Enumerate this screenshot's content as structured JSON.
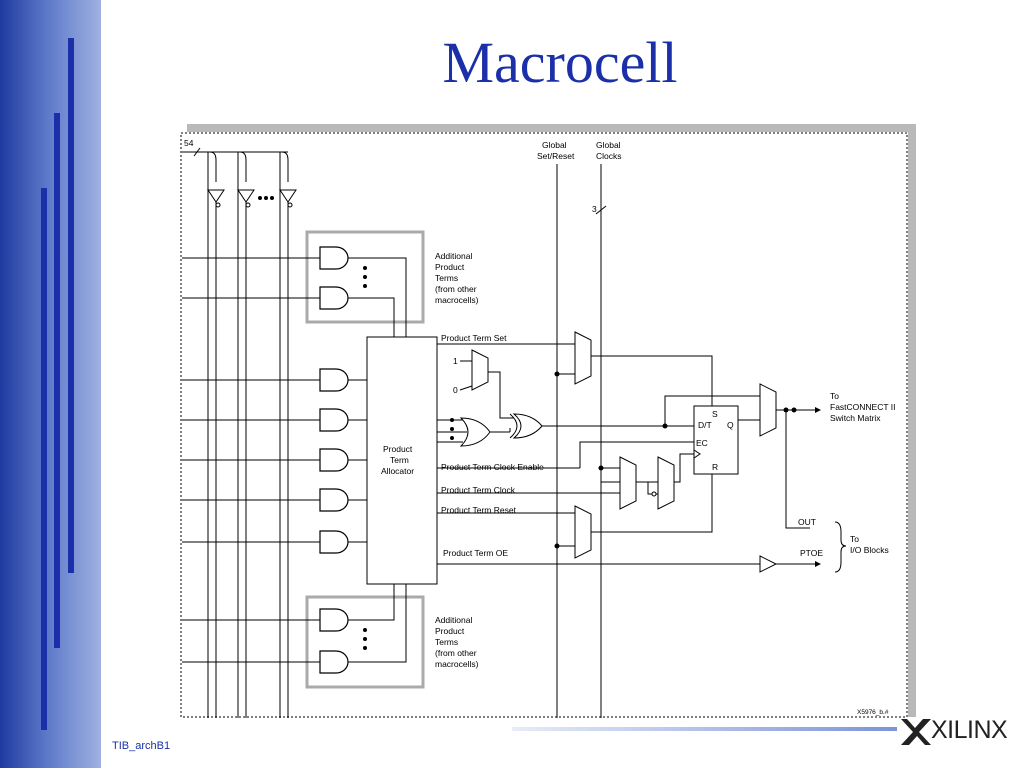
{
  "slide": {
    "title": "Macrocell",
    "footer_label": "TIB_archB1",
    "logo_text": "XILINX"
  },
  "diagram": {
    "bus_width": "54",
    "global_set_reset": [
      "Global",
      "Set/Reset"
    ],
    "global_clocks": [
      "Global",
      "Clocks"
    ],
    "clock_bus_width": "3",
    "additional_terms_top": [
      "Additional",
      "Product",
      "Terms",
      "(from other",
      "macrocells)"
    ],
    "additional_terms_bottom": [
      "Additional",
      "Product",
      "Terms",
      "(from other",
      "macrocells)"
    ],
    "allocator": [
      "Product",
      "Term",
      "Allocator"
    ],
    "product_term_set": "Product Term Set",
    "mux_in_1": "1",
    "mux_in_0": "0",
    "product_term_clock_enable": "Product Term Clock Enable",
    "product_term_clock": "Product Term Clock",
    "product_term_reset": "Product Term Reset",
    "product_term_oe": "Product Term OE",
    "ff_s": "S",
    "ff_dt": "D/T",
    "ff_q": "Q",
    "ff_ec": "EC",
    "ff_r": "R",
    "to_fastconnect": [
      "To",
      "FastCONNECT II",
      "Switch Matrix"
    ],
    "out_label": "OUT",
    "ptoe_label": "PTOE",
    "to_io_blocks": [
      "To",
      "I/O Blocks"
    ],
    "figure_code": "X5976_b.#"
  }
}
